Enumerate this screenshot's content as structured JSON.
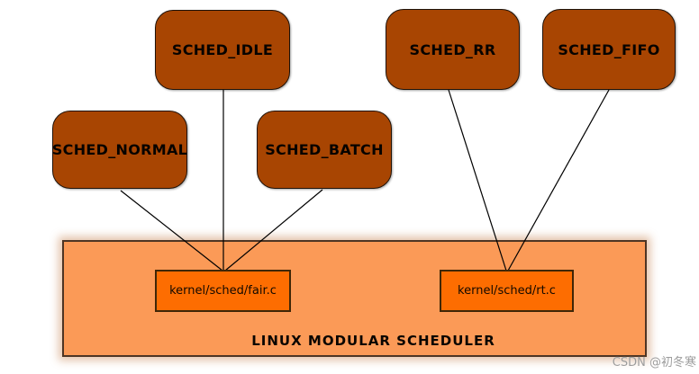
{
  "diagram": {
    "title": "LINUX MODULAR SCHEDULER",
    "nodes": [
      {
        "id": "sched_idle",
        "label": "SCHED_IDLE"
      },
      {
        "id": "sched_rr",
        "label": "SCHED_RR"
      },
      {
        "id": "sched_fifo",
        "label": "SCHED_FIFO"
      },
      {
        "id": "sched_normal",
        "label": "SCHED_NORMAL"
      },
      {
        "id": "sched_batch",
        "label": "SCHED_BATCH"
      }
    ],
    "modules": [
      {
        "id": "fair",
        "label": "kernel/sched/fair.c"
      },
      {
        "id": "rt",
        "label": "kernel/sched/rt.c"
      }
    ],
    "edges": [
      {
        "from": "SCHED_NORMAL",
        "to": "kernel/sched/fair.c"
      },
      {
        "from": "SCHED_IDLE",
        "to": "kernel/sched/fair.c"
      },
      {
        "from": "SCHED_BATCH",
        "to": "kernel/sched/fair.c"
      },
      {
        "from": "SCHED_RR",
        "to": "kernel/sched/rt.c"
      },
      {
        "from": "SCHED_FIFO",
        "to": "kernel/sched/rt.c"
      }
    ],
    "colors": {
      "node_fill": "#A84502",
      "container_fill": "#FB9A57",
      "module_fill": "#FD6D01",
      "line": "#000000",
      "watermark": "#9C9C9C"
    }
  },
  "watermark": "CSDN @初冬寒"
}
